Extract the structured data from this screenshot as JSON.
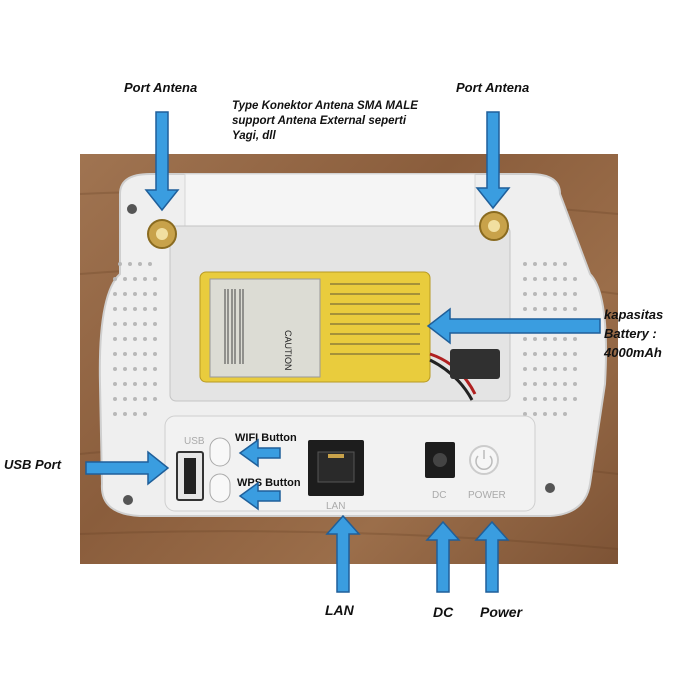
{
  "labels": {
    "port_antena_left": "Port Antena",
    "port_antena_right": "Port Antena",
    "note_line1": "Type Konektor Antena SMA MALE",
    "note_line2": "support Antena External seperti",
    "note_line3": "Yagi, dll",
    "battery_line1": "kapasitas",
    "battery_line2": "Battery :",
    "battery_line3": "4000mAh",
    "usb_port": "USB Port",
    "wifi_button": "WIFI Button",
    "wps_button": "WPS Button",
    "lan": "LAN",
    "dc": "DC",
    "power": "Power"
  },
  "device_print": {
    "usb": "USB",
    "lan": "LAN",
    "dc": "DC",
    "power": "POWER",
    "battery_caution": "CAUTION"
  },
  "colors": {
    "arrow": "#3a9de0",
    "arrow_stroke": "#1f5f9a",
    "device": "#eeeeee",
    "battery": "#e8c93a",
    "wood": "#946844"
  }
}
